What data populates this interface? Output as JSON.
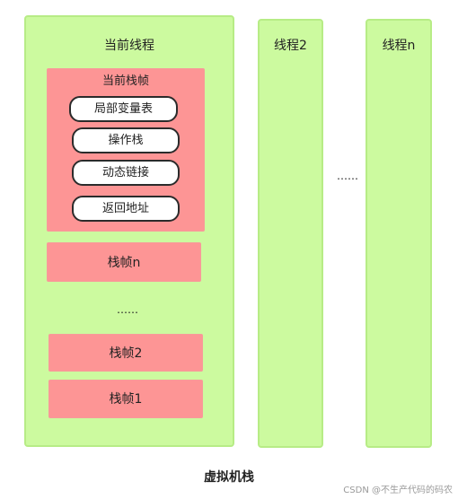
{
  "colors": {
    "thread_fill": "#ccfa9f",
    "thread_border": "#b7ec86",
    "frame_fill": "#fd9595",
    "pill_fill": "#ffffff",
    "pill_border": "#2b2b2b"
  },
  "current_thread": {
    "title": "当前线程",
    "current_frame": {
      "title": "当前栈帧",
      "items": [
        "局部变量表",
        "操作栈",
        "动态链接",
        "返回地址"
      ]
    },
    "frame_n": "栈帧n",
    "ellipsis": "……",
    "frame_2": "栈帧2",
    "frame_1": "栈帧1"
  },
  "thread_2": {
    "title": "线程2"
  },
  "between_ellipsis": "……",
  "thread_n": {
    "title": "线程n"
  },
  "caption": "虚拟机栈",
  "watermark": "CSDN @不生产代码的码农"
}
